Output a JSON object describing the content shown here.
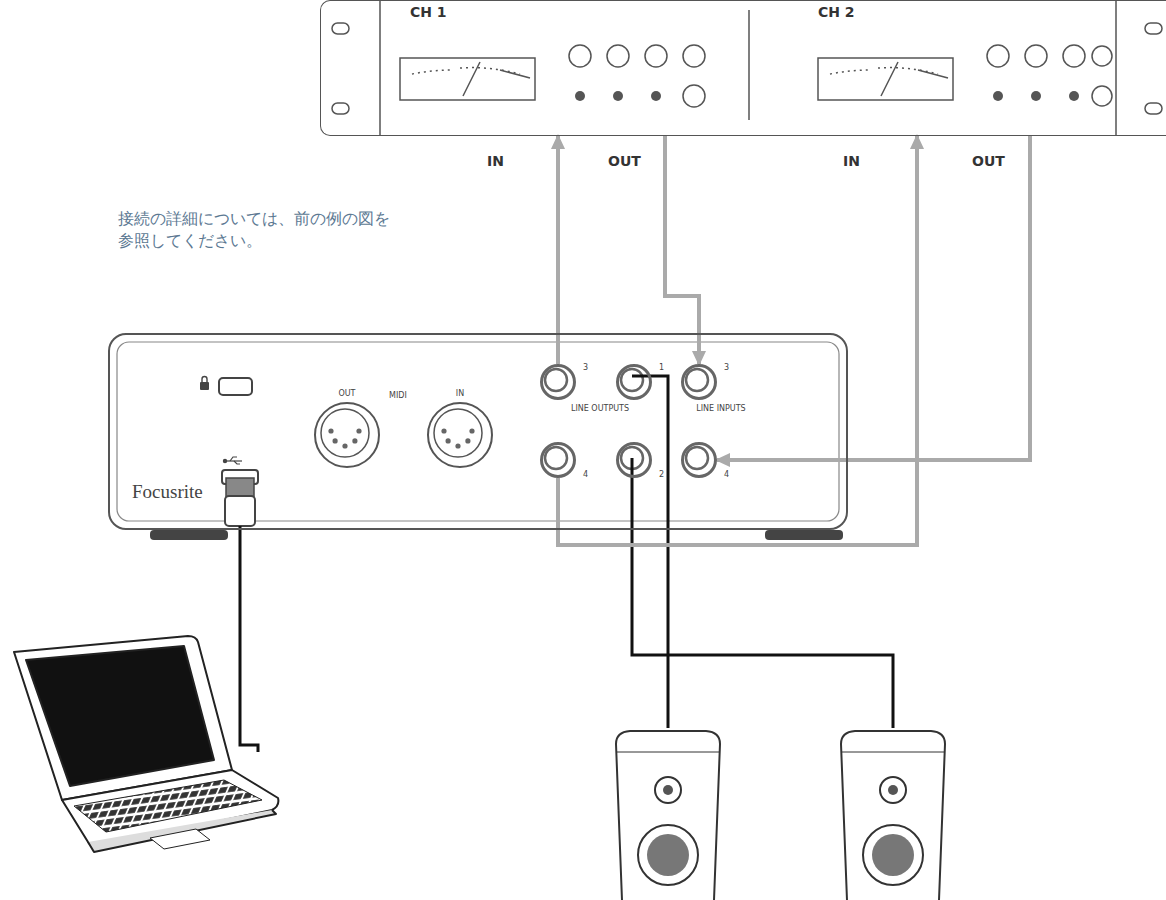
{
  "diagram": {
    "nodes": [
      {
        "text": [
          "CH 1",
          "CH 2"
        ]
      },
      {
        "text": [
          "Focusrite"
        ]
      },
      {
        "text": [
          "OUT"
        ],
        "in": 1
      },
      {
        "text": [
          "IN"
        ],
        "in": 1
      },
      {
        "text": [
          "3"
        ],
        "in": 1
      },
      {
        "text": [
          "1"
        ],
        "in": 1
      },
      {
        "text": [
          "3"
        ],
        "in": 1
      },
      {
        "text": [
          "4"
        ],
        "in": 1
      },
      {
        "text": [
          "2"
        ],
        "in": 1
      },
      {
        "text": [
          "4"
        ],
        "in": 1
      }
    ],
    "edges": [
      {
        "from": 4,
        "to": 0,
        "arrow": "to"
      },
      {
        "from": 0,
        "to": 6,
        "arrow": "to"
      },
      {
        "from": 7,
        "to": 0,
        "arrow": "to"
      },
      {
        "from": 0,
        "to": 9,
        "arrow": "to"
      }
    ],
    "labels": [
      "IN",
      "OUT",
      "IN",
      "OUT",
      "接続の詳細については、前の例の図を参照してください。",
      "MIDI",
      "LINE OUTPUTS",
      "LINE INPUTS"
    ]
  }
}
